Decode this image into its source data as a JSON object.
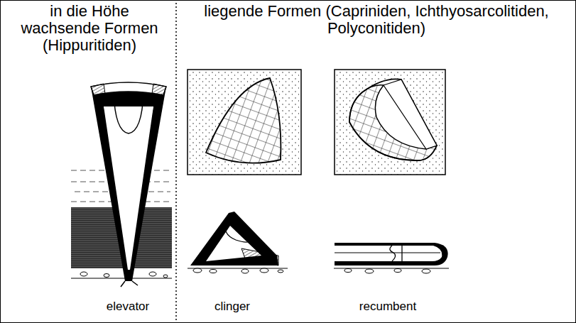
{
  "diagram": {
    "labels": [
      "in die Höhe wachsende Formen (Hippuritiden)",
      "liegende Formen (Capriniden, Ichthyosarcolitiden, Polyconitiden)",
      "elevator",
      "clinger",
      "recumbent"
    ]
  }
}
